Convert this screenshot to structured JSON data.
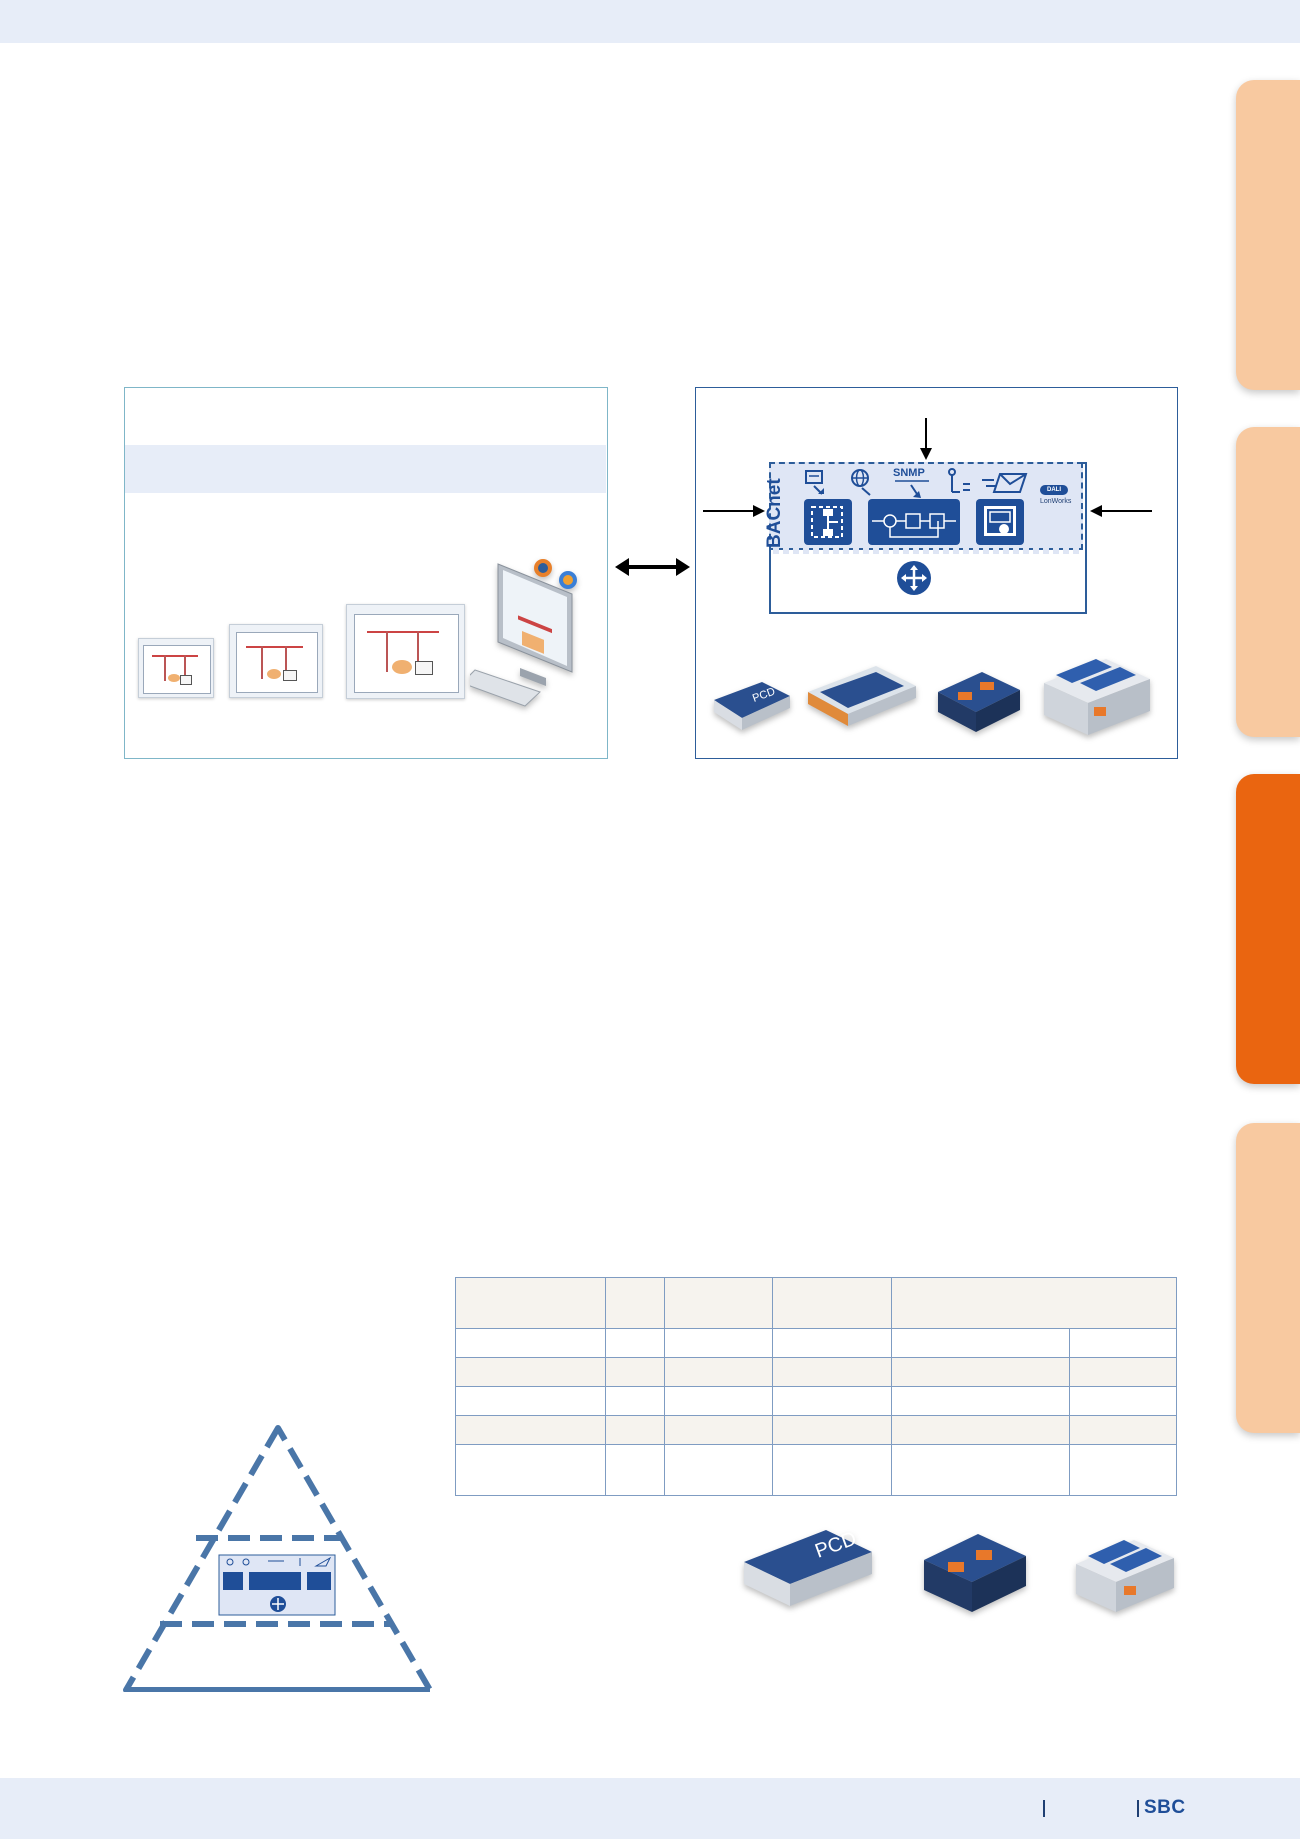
{
  "footer": {
    "brand": "SBC"
  },
  "side_tabs": [
    {
      "state": "inactive",
      "color": "#f8c9a0"
    },
    {
      "state": "inactive",
      "color": "#f8c9a0"
    },
    {
      "state": "active",
      "color": "#ea6510"
    },
    {
      "state": "inactive",
      "color": "#f8c9a0"
    }
  ],
  "diagram": {
    "protocol_logo": "BACnet",
    "snmp_label": "SNMP",
    "dali_logo": "DALI",
    "lonworks_logo": "LonWorks",
    "icons": [
      "web-server-icon",
      "globe-icon",
      "snmp-icon",
      "io-tree-icon",
      "email-icon",
      "flowchart-icon",
      "control-loop-icon",
      "touch-panel-icon",
      "bus-connector-icon"
    ]
  },
  "table": {
    "rows": 5,
    "columns": 6
  },
  "colors": {
    "brand_blue": "#1f4e98",
    "accent_orange": "#ea6510",
    "band": "#e7edf8"
  }
}
